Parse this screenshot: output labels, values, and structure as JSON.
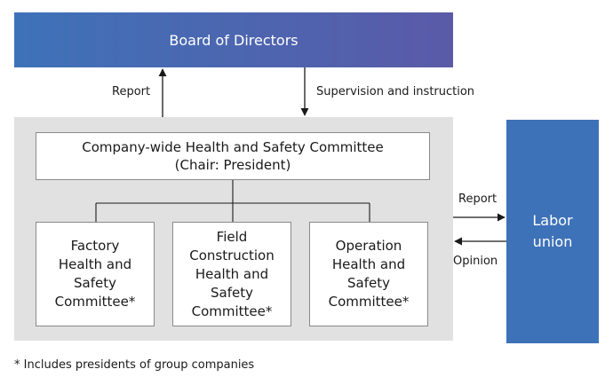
{
  "board": {
    "label": "Board of Directors"
  },
  "flows": {
    "report_up": "Report",
    "supervision_down": "Supervision and instruction",
    "report_to_union": "Report",
    "opinion_from_union": "Opinion"
  },
  "company_committee": {
    "line1": "Company-wide Health and Safety Committee",
    "line2": "(Chair: President)"
  },
  "sub_committees": [
    {
      "lines": [
        "Factory",
        "Health and",
        "Safety",
        "Committee*"
      ]
    },
    {
      "lines": [
        "Field",
        "Construction",
        "Health and",
        "Safety",
        "Committee*"
      ]
    },
    {
      "lines": [
        "Operation",
        "Health and",
        "Safety",
        "Committee*"
      ]
    }
  ],
  "labor_union": {
    "line1": "Labor",
    "line2": "union"
  },
  "footnote": "* Includes presidents of group companies",
  "colors": {
    "blue": "#3e72b8",
    "blue_purple": "#5a5aa8",
    "panel_gray": "#e1e1e1",
    "border_gray": "#8a8a8a",
    "arrow": "#1a1a1a"
  }
}
